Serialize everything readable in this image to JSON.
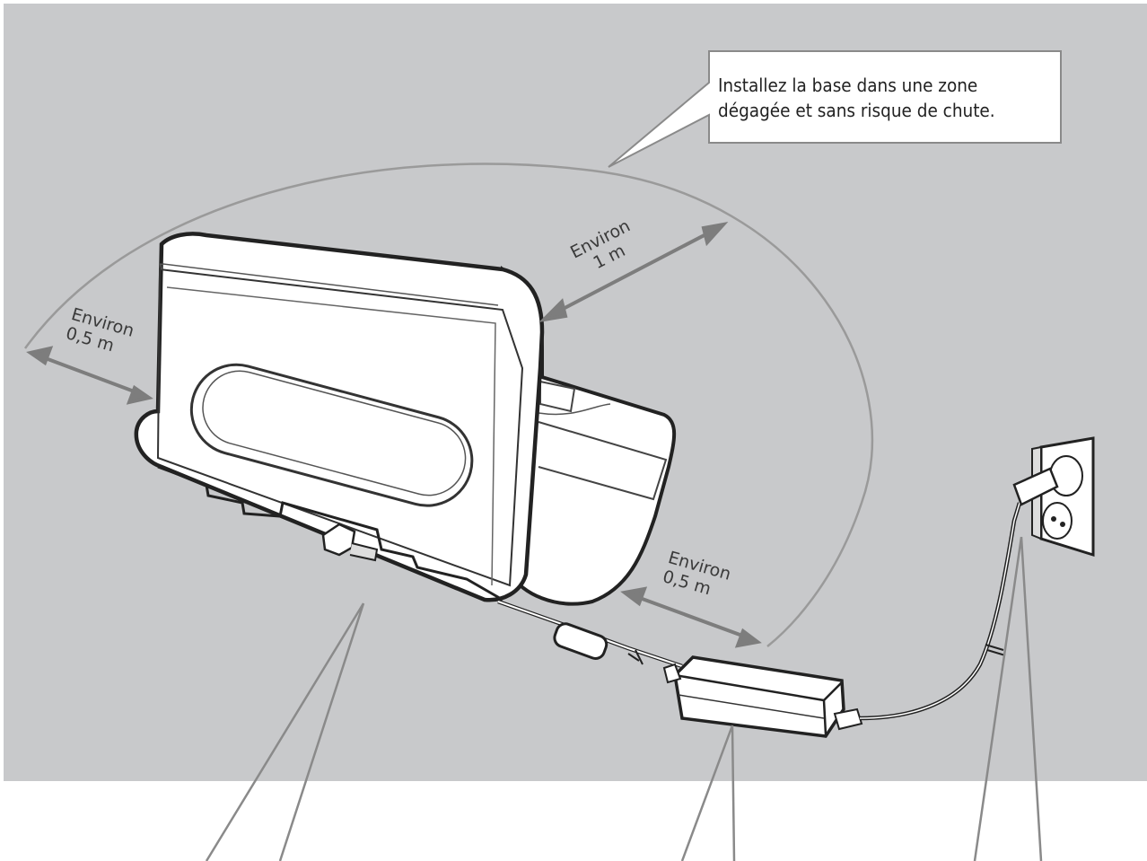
{
  "callout": {
    "line1": "Installez la base dans une zone",
    "line2": "dégagée et sans risque de chute."
  },
  "clearances": {
    "top": {
      "word": "Environ",
      "distance": "1 m"
    },
    "left": {
      "word": "Environ",
      "distance": "0,5 m"
    },
    "right": {
      "word": "Environ",
      "distance": "0,5 m"
    }
  },
  "colors": {
    "wall": "#c8c9cb",
    "floor": "#ffffff",
    "arrow": "#7d7d7d",
    "outline": "#222222"
  }
}
